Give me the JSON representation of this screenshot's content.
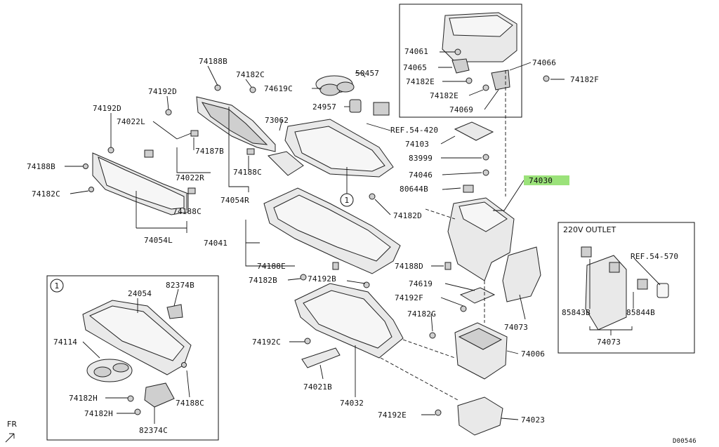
{
  "diagram": {
    "corner_code": "D00546",
    "direction_label": "FR",
    "outlet_box_title": "220V OUTLET",
    "detail_callout": "1",
    "highlight_color": "#9be27a",
    "labels": {
      "74188B": "74188B",
      "74182C_top": "74182C",
      "74192D": "74192D",
      "74192D_left": "74192D",
      "74022L": "74022L",
      "74187B": "74187B",
      "74188B_left": "74188B",
      "74022R": "74022R",
      "74182C_left": "74182C",
      "74188C_a": "74188C",
      "74054R": "74054R",
      "74188C_b": "74188C",
      "74054L": "74054L",
      "74619C": "74619C",
      "50457": "50457",
      "24957": "24957",
      "73062": "73062",
      "REF54420": "REF.54-420",
      "74103": "74103",
      "83999": "83999",
      "74046": "74046",
      "80644B": "80644B",
      "74182D": "74182D",
      "74041": "74041",
      "74188E": "74188E",
      "74182B": "74182B",
      "74192B": "74192B",
      "74192C": "74192C",
      "74021B": "74021B",
      "74032": "74032",
      "74061": "74061",
      "74065": "74065",
      "74182E_a": "74182E",
      "74182E_b": "74182E",
      "74069": "74069",
      "74066": "74066",
      "74182F": "74182F",
      "74030": "74030",
      "74188D": "74188D",
      "74619": "74619",
      "74192F": "74192F",
      "74182G": "74182G",
      "74073": "74073",
      "74006": "74006",
      "74192E": "74192E",
      "74023": "74023",
      "REF54570": "REF.54-570",
      "85843B": "85843B",
      "85844B": "85844B",
      "74073_outlet": "74073",
      "24054": "24054",
      "82374B": "82374B",
      "74114": "74114",
      "74182H_a": "74182H",
      "74182H_b": "74182H",
      "74188C_inset": "74188C",
      "82374C": "82374C"
    }
  }
}
